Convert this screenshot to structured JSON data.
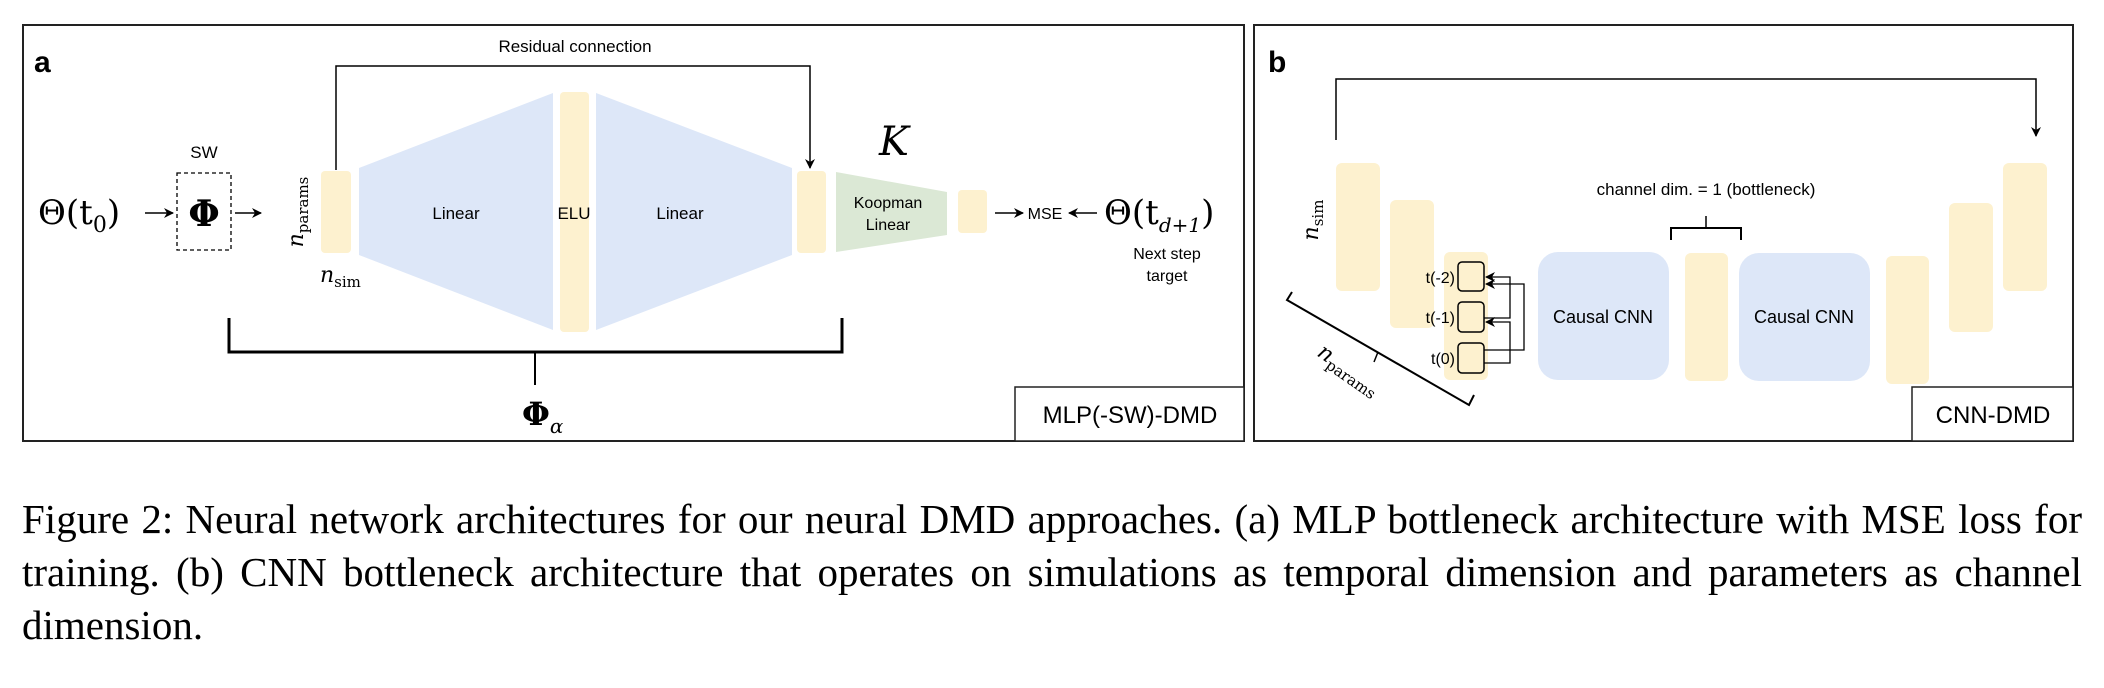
{
  "panel_a": {
    "label": "a",
    "residual_label": "Residual connection",
    "input_symbol": "Θ(t",
    "input_sub": "0",
    "sw_label": "SW",
    "phi_symbol": "Φ",
    "n_params": "n",
    "n_params_sub": "params",
    "n_sim": "n",
    "n_sim_sub": "sim",
    "layer1": "Linear",
    "activation": "ELU",
    "layer2": "Linear",
    "koopman_symbol": "K",
    "koopman_line1": "Koopman",
    "koopman_line2": "Linear",
    "loss": "MSE",
    "target_symbol": "Θ(t",
    "target_sub": "d+1",
    "target_line1": "Next step",
    "target_line2": "target",
    "phi_alpha": "Φ",
    "phi_alpha_sub": "α",
    "model_name": "MLP(-SW)-DMD"
  },
  "panel_b": {
    "label": "b",
    "n_sim": "n",
    "n_sim_sub": "sim",
    "n_params": "n",
    "n_params_sub": "params",
    "time_labels": [
      "t(-2)",
      "t(-1)",
      "t(0)"
    ],
    "cnn1": "Causal CNN",
    "cnn2": "Causal CNN",
    "bottleneck_label": "channel dim. = 1 (bottleneck)",
    "model_name": "CNN-DMD"
  },
  "colors": {
    "feature_bar": "#fdf1cf",
    "linear_block": "#dde7f8",
    "koopman_block": "#dbe8d5"
  },
  "caption": "Figure 2: Neural network architectures for our neural DMD approaches. (a) MLP bottleneck architecture with MSE loss for training. (b) CNN bottleneck architecture that operates on simulations as temporal dimension and parameters as channel dimension."
}
